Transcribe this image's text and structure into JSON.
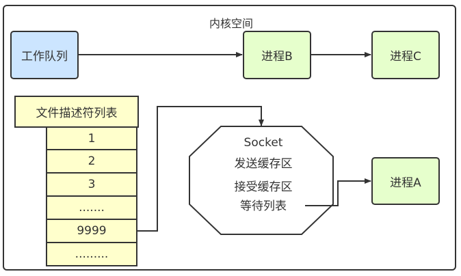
{
  "title": "内核空间",
  "work_queue": {
    "label": "工作队列"
  },
  "processes": {
    "a": {
      "label": "进程A"
    },
    "b": {
      "label": "进程B"
    },
    "c": {
      "label": "进程C"
    }
  },
  "fd_table": {
    "header": "文件描述符列表",
    "rows": [
      "1",
      "2",
      "3",
      ".......",
      "9999",
      "........."
    ]
  },
  "socket": {
    "title": "Socket",
    "send_buffer": "发送缓存区",
    "recv_buffer": "接受缓存区",
    "wait_queue": "等待列表"
  },
  "colors": {
    "work_queue_fill": "#cce5ff",
    "process_fill": "#e6ffcc",
    "fd_fill": "#ffffcc",
    "stroke": "#333333"
  }
}
